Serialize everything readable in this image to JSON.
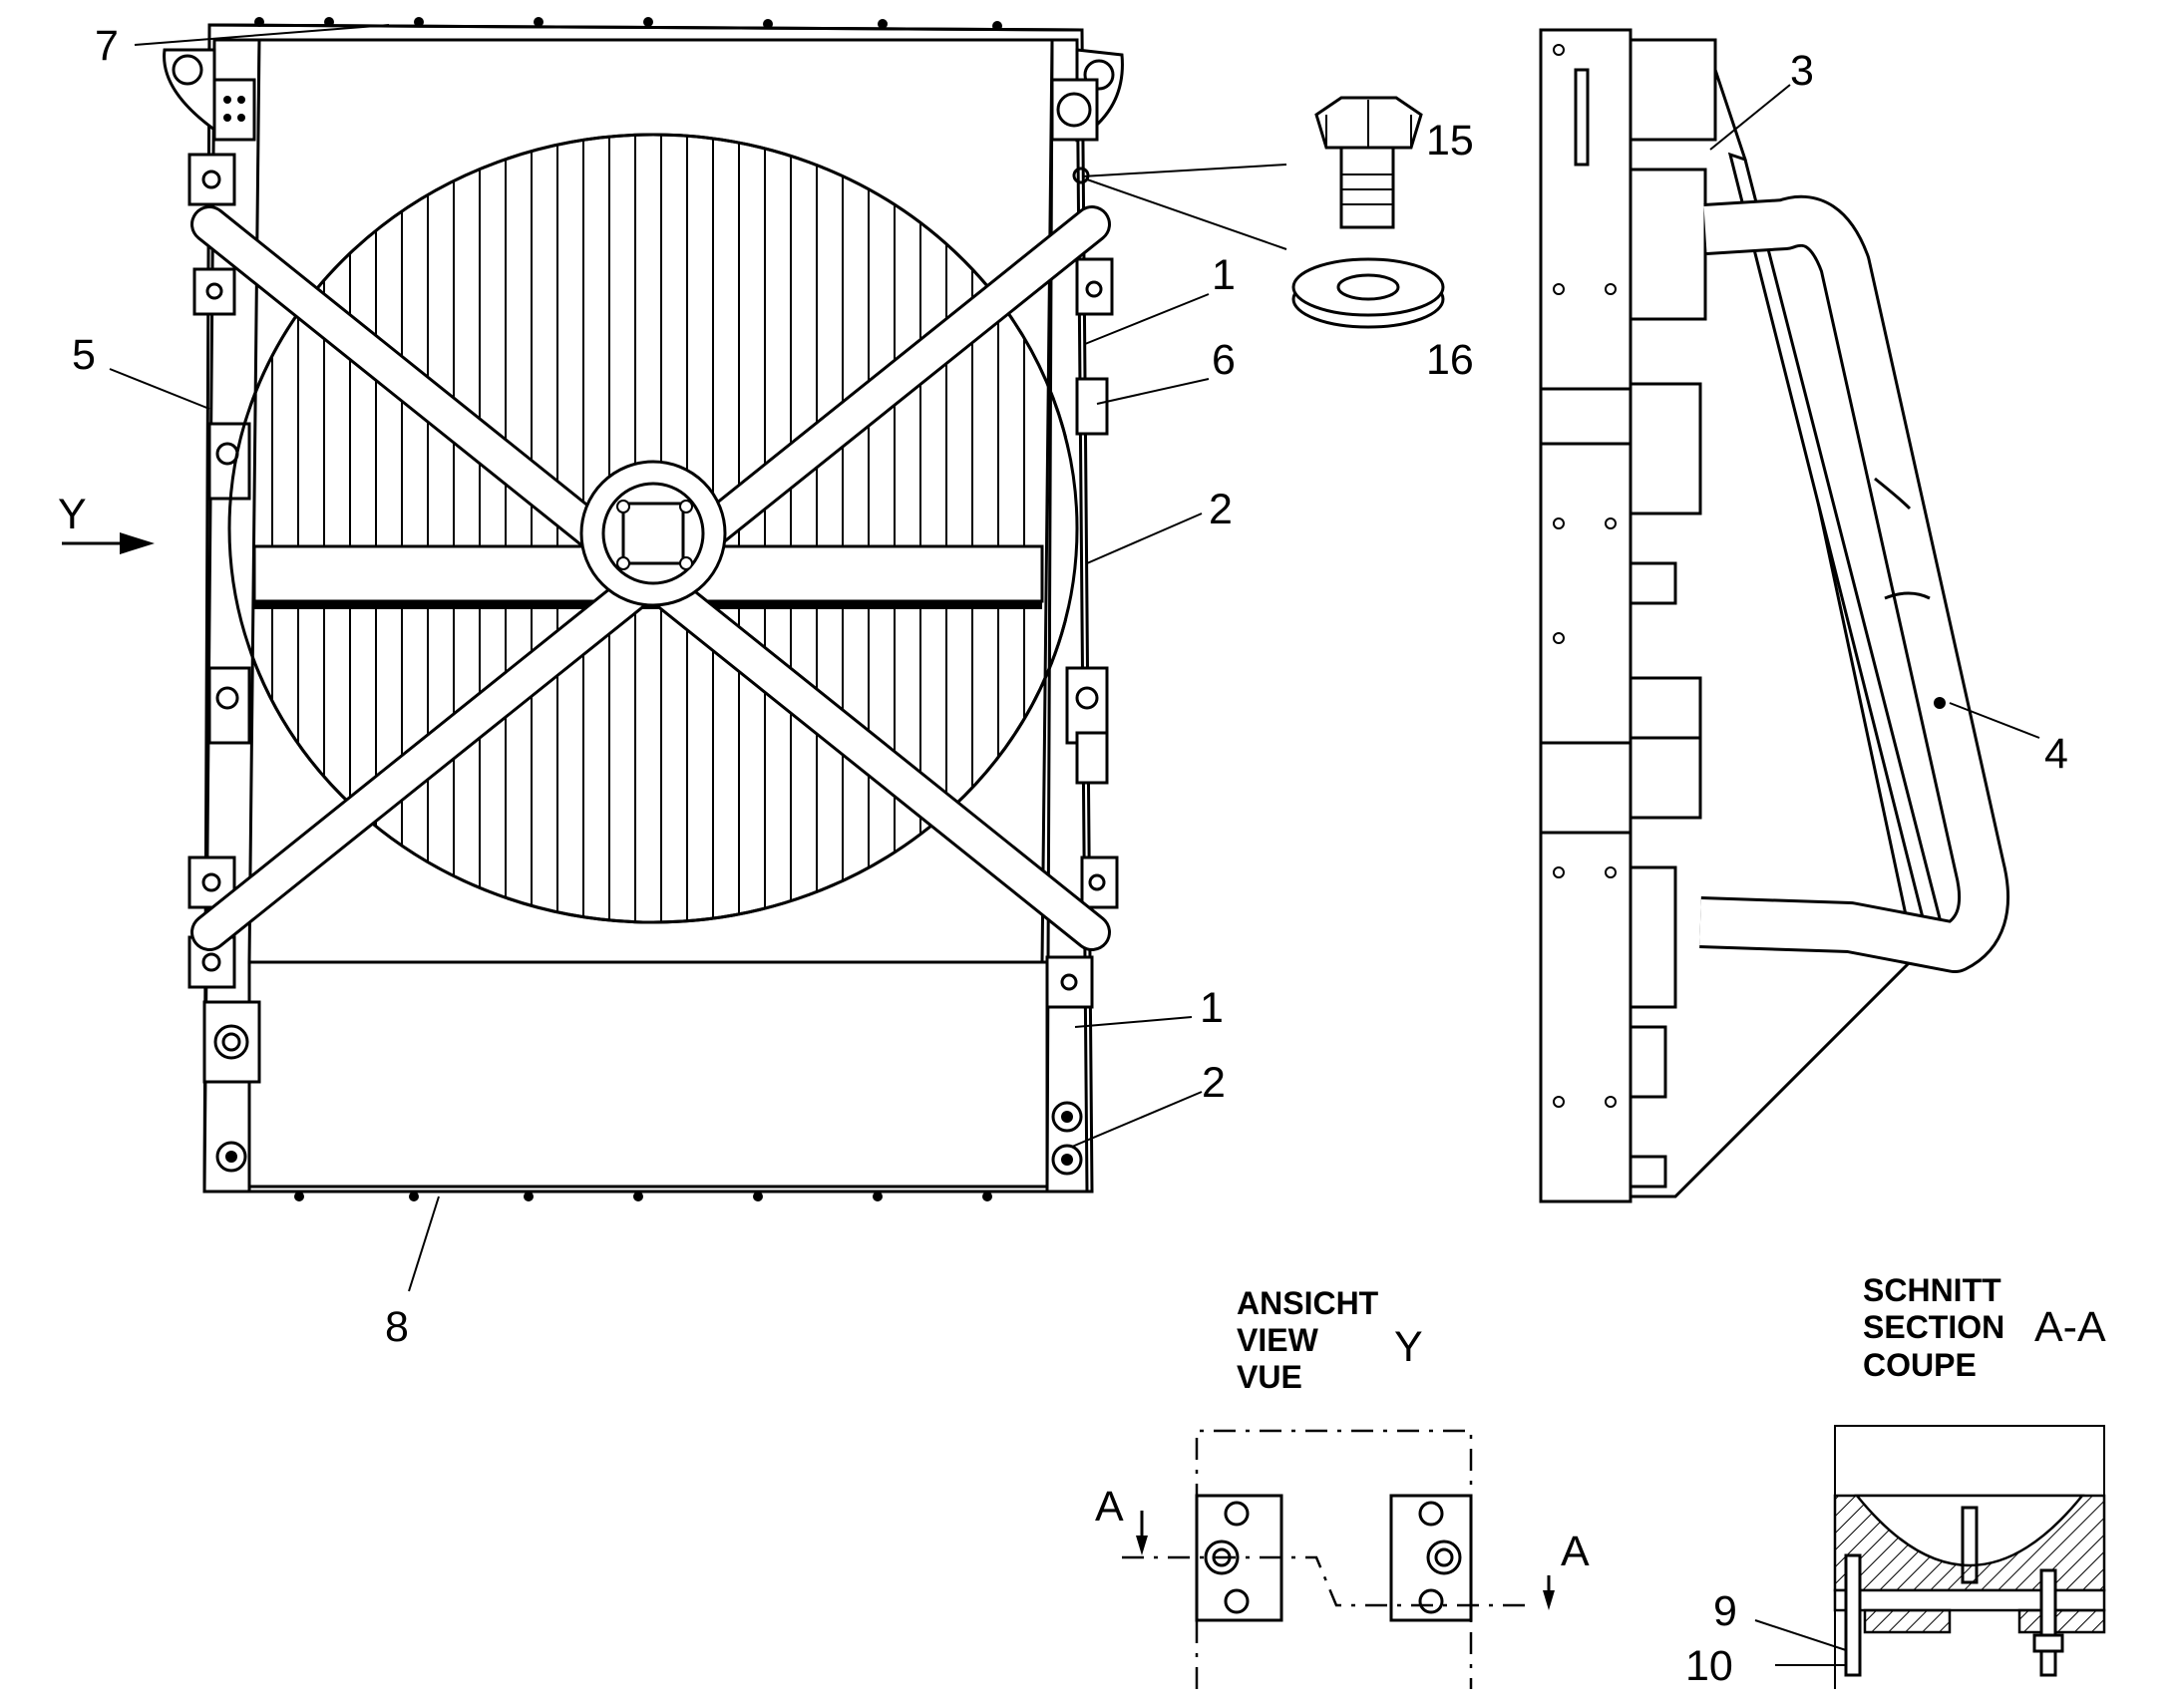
{
  "callouts": {
    "c1a": "1",
    "c1b": "1",
    "c2a": "2",
    "c2b": "2",
    "c3": "3",
    "c4": "4",
    "c5": "5",
    "c6": "6",
    "c7": "7",
    "c8": "8",
    "c9": "9",
    "c10": "10",
    "c15": "15",
    "c16": "16"
  },
  "view_arrow": {
    "label": "Y"
  },
  "view_title": {
    "line1": "ANSICHT",
    "line2": "VIEW",
    "line3": "VUE",
    "id": "Y"
  },
  "section_title": {
    "line1": "SCHNITT",
    "line2": "SECTION",
    "line3": "COUPE",
    "id": "A-A"
  },
  "section_marks": {
    "left": "A",
    "right": "A"
  }
}
